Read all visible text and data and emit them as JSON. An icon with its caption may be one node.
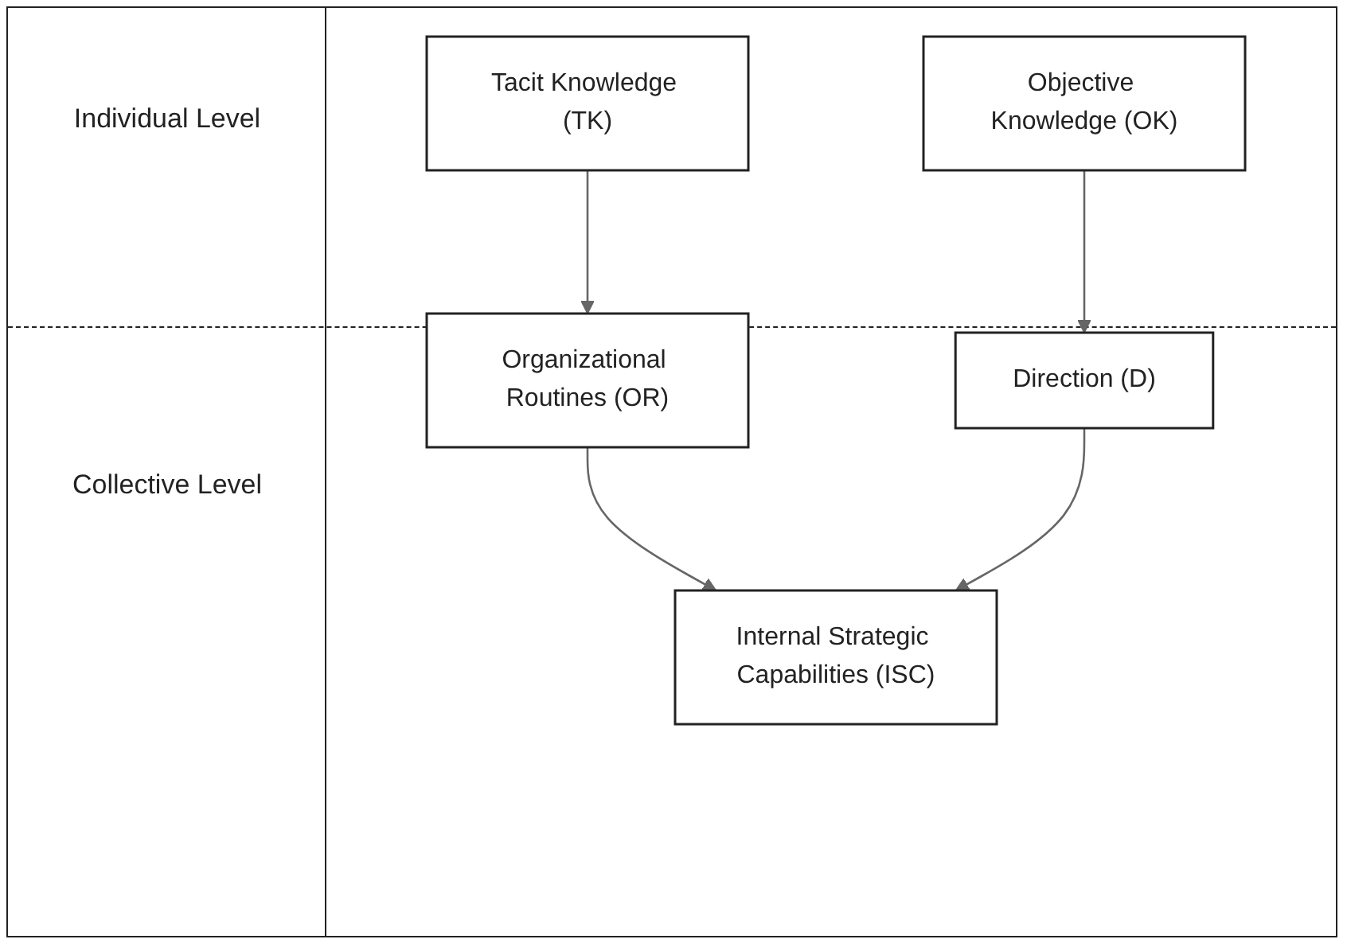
{
  "diagram": {
    "nodes": [
      {
        "text": [
          "Tacit Knowledge (TK)"
        ]
      },
      {
        "text": [
          "Objective Knowledge (OK)"
        ]
      },
      {
        "text": [
          "Organizational Routines (OR)"
        ]
      },
      {
        "text": [
          "Direction (D)"
        ]
      },
      {
        "text": [
          "Internal Strategic Capabilities (ISC)"
        ]
      }
    ],
    "edges": [
      {
        "from": 0,
        "to": 2,
        "arrow": "to"
      },
      {
        "from": 1,
        "to": 3,
        "arrow": "to"
      },
      {
        "from": 2,
        "to": 4,
        "arrow": "to"
      },
      {
        "from": 3,
        "to": 4,
        "arrow": "to"
      }
    ],
    "labels": [
      "Individual Level",
      "Collective Level"
    ]
  }
}
